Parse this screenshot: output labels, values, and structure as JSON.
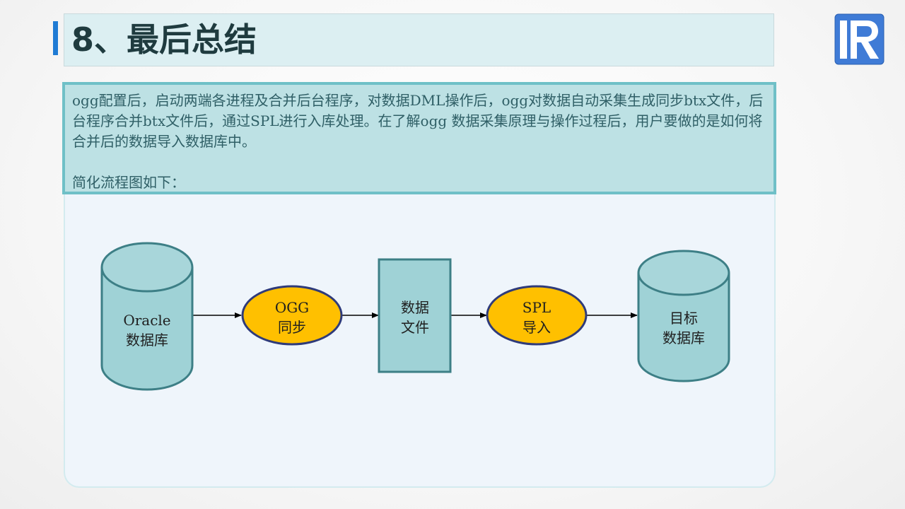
{
  "slide": {
    "title": "8、最后总结",
    "description": "ogg配置后，启动两端各进程及合并后台程序，对数据DML操作后，ogg对数据自动采集生成同步btx文件，后台程序合并btx文件后，通过SPL进行入库处理。在了解ogg 数据采集原理与操作过程后，用户要做的是如何将合并后的数据导入数据库中。",
    "flow_caption": "简化流程图如下："
  },
  "diagram": {
    "nodes": [
      {
        "shape": "cylinder",
        "lines": [
          "Oracle",
          "数据库"
        ]
      },
      {
        "shape": "ellipse",
        "lines": [
          "OGG",
          "同步"
        ]
      },
      {
        "shape": "rectangle",
        "lines": [
          "数据",
          "文件"
        ]
      },
      {
        "shape": "ellipse",
        "lines": [
          "SPL",
          "导入"
        ]
      },
      {
        "shape": "cylinder",
        "lines": [
          "目标",
          "数据库"
        ]
      }
    ]
  },
  "colors": {
    "accent": "#1f7bd4",
    "title_bg": "#dceff2",
    "desc_bg": "#bde1e4",
    "desc_border": "#6fc0c7",
    "store_fill": "#9fd2d6",
    "store_stroke": "#3d7f86",
    "process_fill": "#ffc000",
    "process_stroke": "#2f3b7a",
    "logo": "#3f7bd6"
  },
  "icons": {
    "logo": "r-logo-icon"
  }
}
